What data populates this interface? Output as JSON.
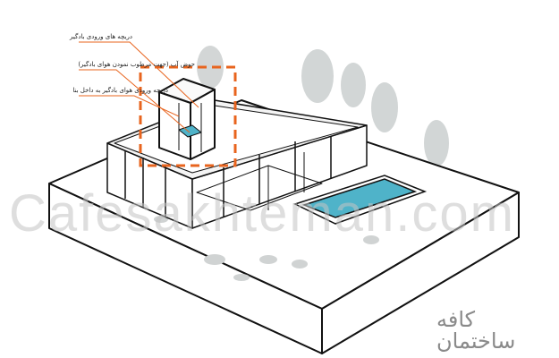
{
  "labels": {
    "intake_vents": "دریچه های ورودی بادگیر",
    "water_pool": "حوض آب (جهت مرطوب نمودن هوای بادگیر)",
    "air_inlet": "دریچه ورودی هوای بادگیر به داخل بنا"
  },
  "watermark": "Cafesakhteman.com",
  "logo": {
    "line1": "کافه",
    "line2": "ساختمان"
  },
  "colors": {
    "accent": "#e8641e",
    "pool": "#4fb3c9"
  }
}
